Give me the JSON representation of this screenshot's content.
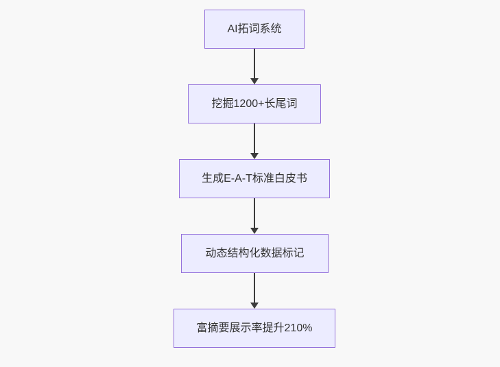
{
  "flowchart": {
    "type": "flowchart",
    "direction": "top-down",
    "nodes": [
      {
        "label": "AI拓词系统"
      },
      {
        "label": "挖掘1200+长尾词"
      },
      {
        "label": "生成E-A-T标准白皮书"
      },
      {
        "label": "动态结构化数据标记"
      },
      {
        "label": "富摘要展示率提升210%"
      }
    ],
    "edges": [
      {
        "from": 0,
        "to": 1
      },
      {
        "from": 1,
        "to": 2
      },
      {
        "from": 2,
        "to": 3
      },
      {
        "from": 3,
        "to": 4
      }
    ],
    "colors": {
      "background": "#f8f8f8",
      "node_fill": "#ececff",
      "node_border": "#9370db",
      "text": "#333333",
      "arrow": "#3b3b3b"
    }
  }
}
